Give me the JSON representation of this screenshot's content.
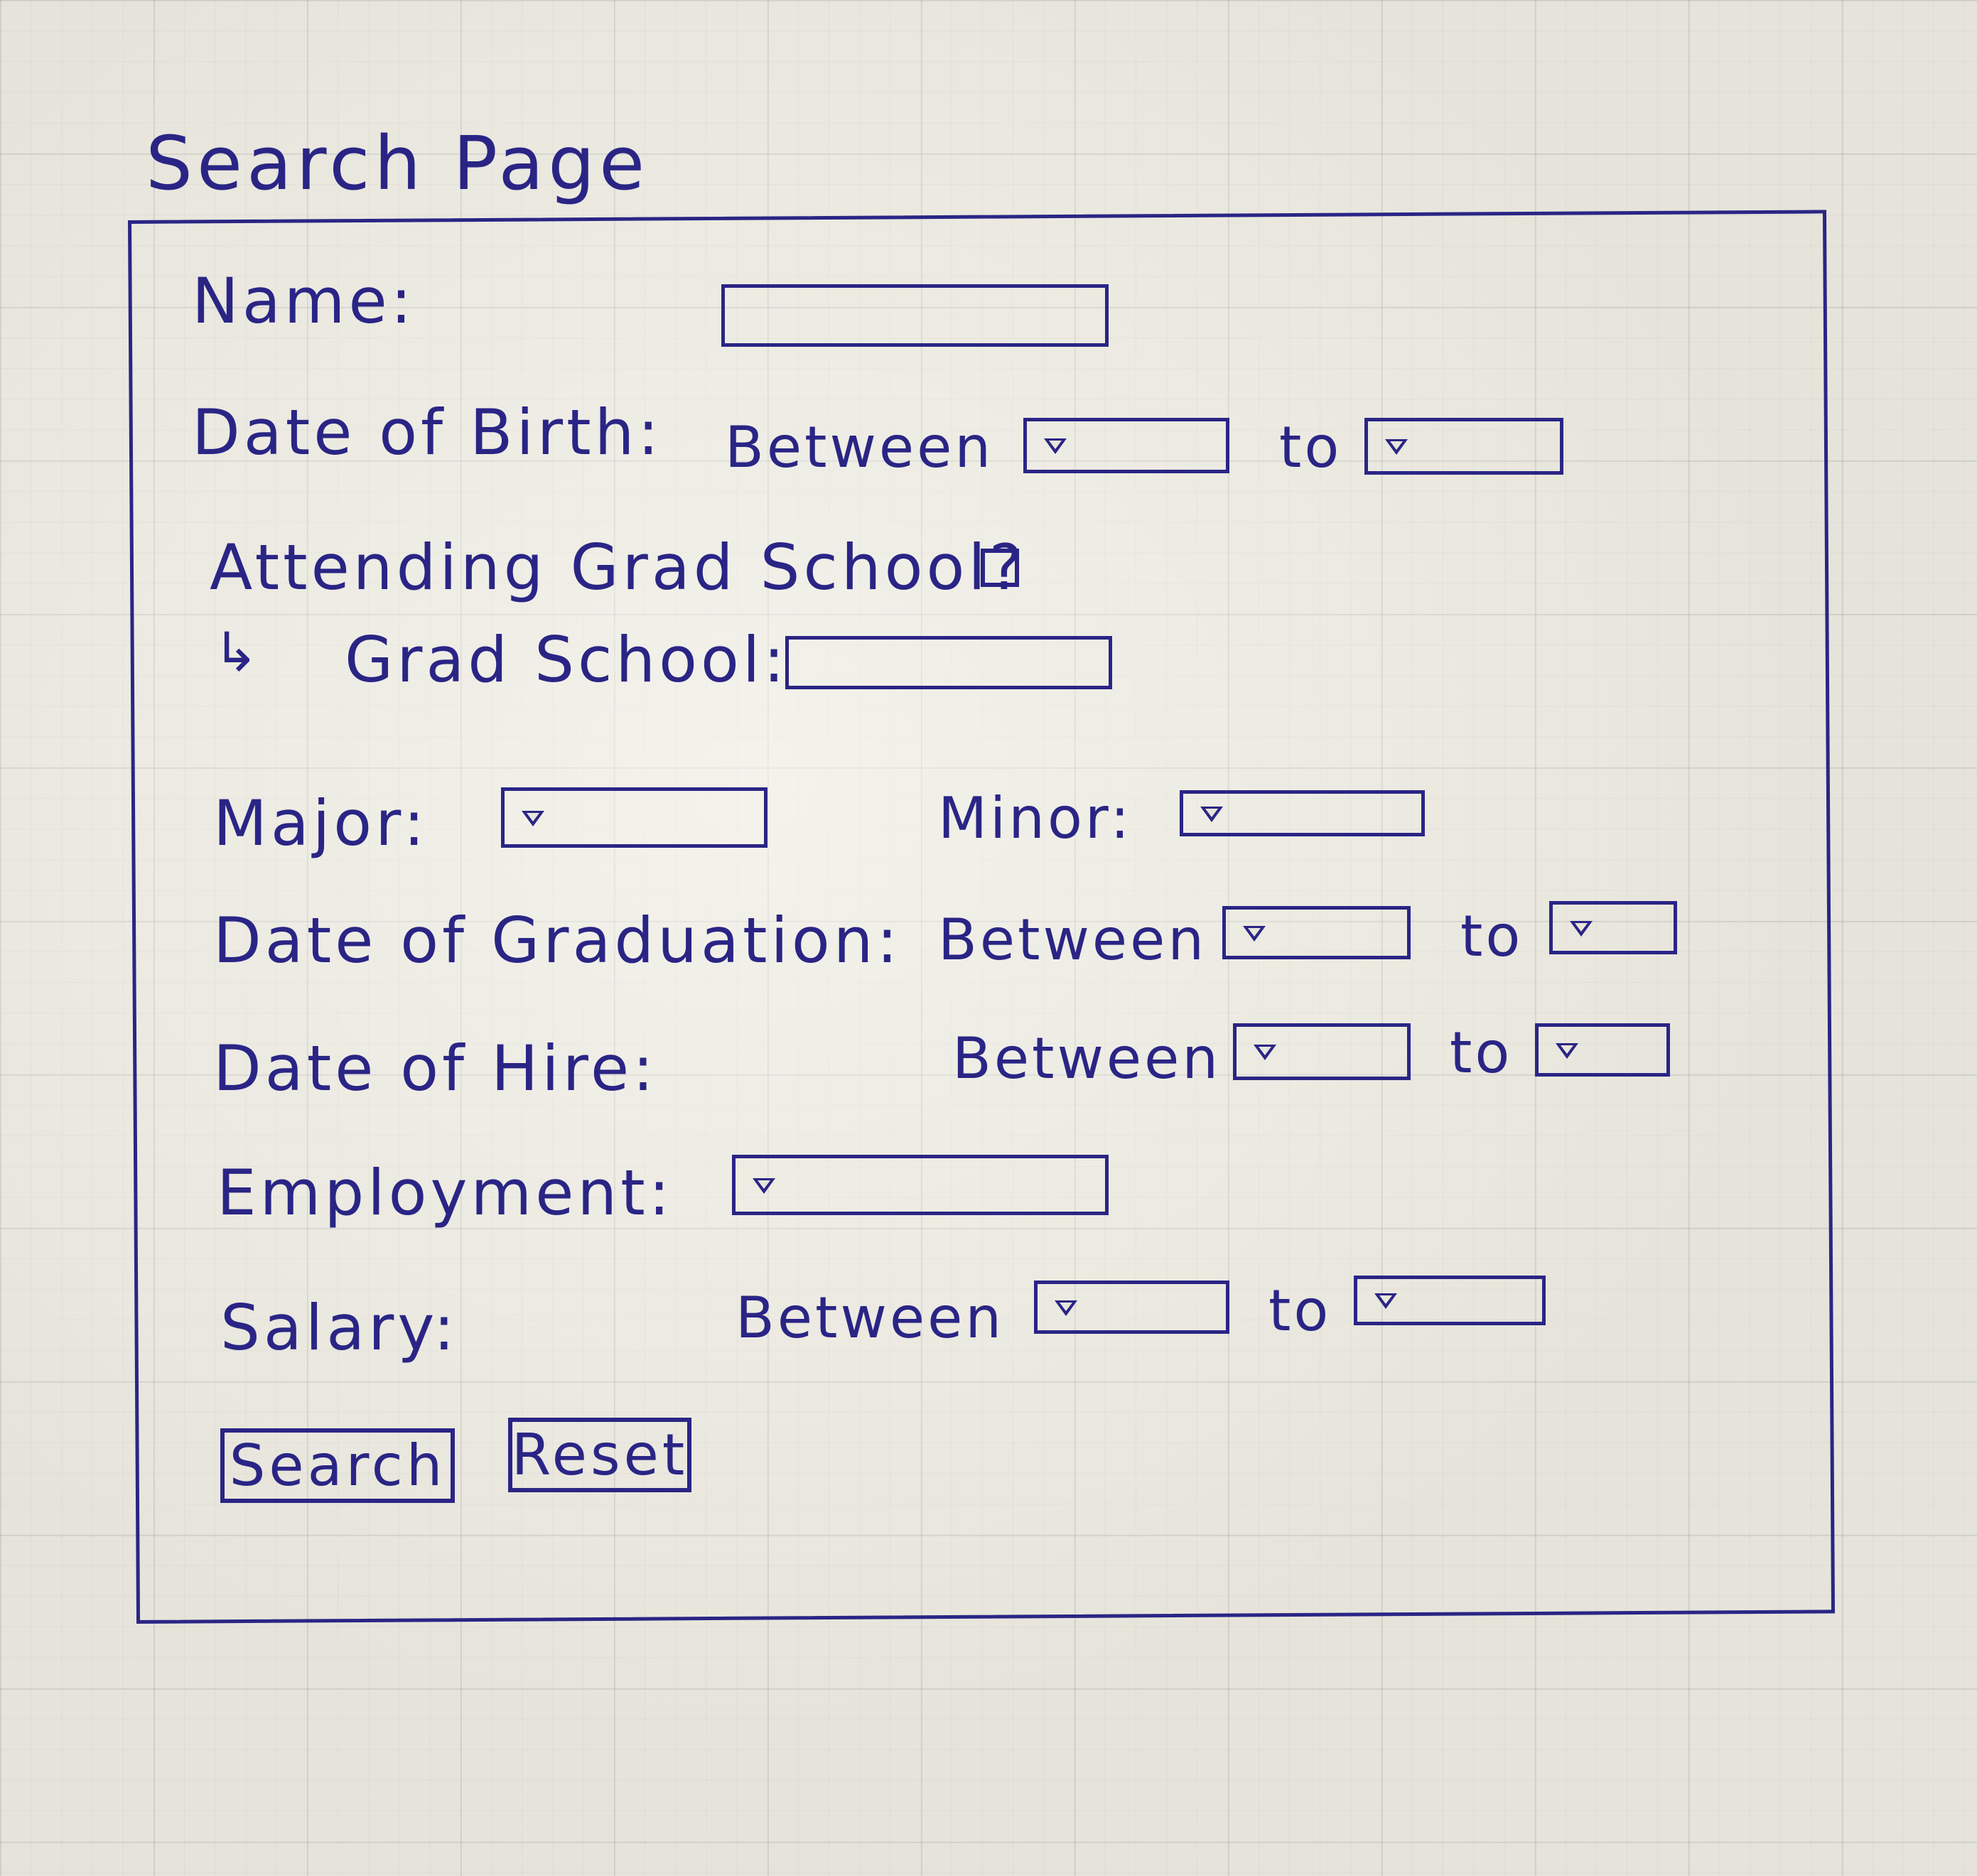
{
  "page": {
    "title": "Search Page"
  },
  "form": {
    "name": {
      "label": "Name:",
      "value": ""
    },
    "date_of_birth": {
      "label": "Date of Birth:",
      "between": "Between",
      "to": "to",
      "from_value": "",
      "to_value": ""
    },
    "attending_grad_school": {
      "label": "Attending Grad School?",
      "checked": false
    },
    "grad_school": {
      "label": "Grad School:",
      "value": ""
    },
    "major": {
      "label": "Major:",
      "value": ""
    },
    "minor": {
      "label": "Minor:",
      "value": ""
    },
    "date_of_graduation": {
      "label": "Date of Graduation:",
      "between": "Between",
      "to": "to",
      "from_value": "",
      "to_value": ""
    },
    "date_of_hire": {
      "label": "Date of Hire:",
      "between": "Between",
      "to": "to",
      "from_value": "",
      "to_value": ""
    },
    "employment": {
      "label": "Employment:",
      "value": ""
    },
    "salary": {
      "label": "Salary:",
      "between": "Between",
      "to": "to",
      "from_value": "",
      "to_value": ""
    },
    "buttons": {
      "search": "Search",
      "reset": "Reset"
    }
  },
  "colors": {
    "ink": "#2a2585",
    "paper": "#e6e4da"
  },
  "icons": {
    "dropdown": "triangle-down-icon",
    "sub_arrow": "return-arrow-icon"
  }
}
